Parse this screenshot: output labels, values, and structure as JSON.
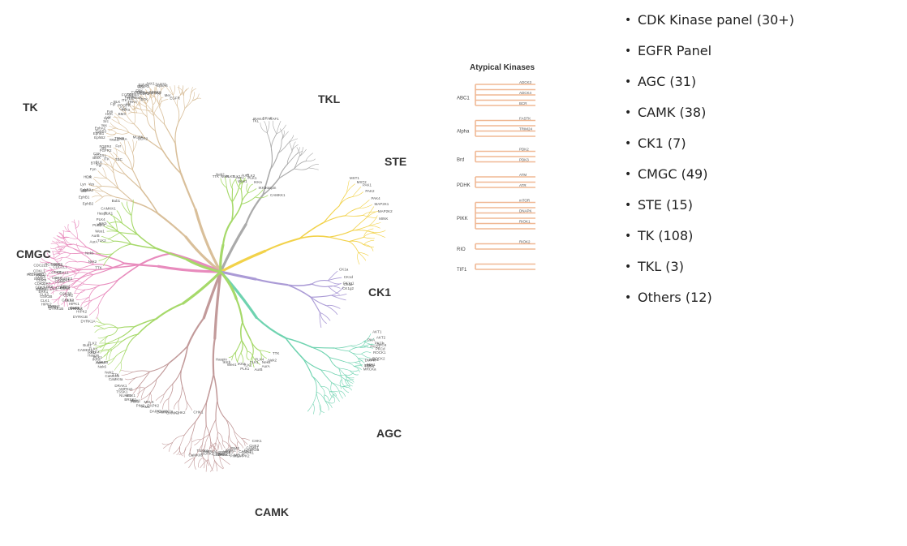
{
  "diagram": {
    "groups": [
      {
        "id": "TK",
        "label": "TK",
        "color": "#d9bf9a"
      },
      {
        "id": "TKL",
        "label": "TKL",
        "color": "#aaaaaa"
      },
      {
        "id": "STE",
        "label": "STE",
        "color": "#f2d24a"
      },
      {
        "id": "CK1",
        "label": "CK1",
        "color": "#ab9bd6"
      },
      {
        "id": "AGC",
        "label": "AGC",
        "color": "#6fd3b0"
      },
      {
        "id": "CAMK",
        "label": "CAMK",
        "color": "#c29a9a"
      },
      {
        "id": "CMGC",
        "label": "CMGC",
        "color": "#e88bbd"
      },
      {
        "id": "OTHER",
        "label": "",
        "color": "#a6d96a"
      }
    ],
    "atypical": {
      "title": "Atypical Kinases",
      "color": "#f0b894",
      "families": [
        "ABC1",
        "Alpha",
        "Brd",
        "PDHK",
        "PIKK",
        "RIO",
        "TIF1"
      ]
    },
    "leaf_labels": {
      "TK": [
        "EphB2",
        "EphB1",
        "EphA2",
        "EphB3",
        "Yes",
        "Src",
        "Lyn",
        "HCK",
        "Lck",
        "Fyn",
        "Fgr",
        "BLK",
        "ITK",
        "TEC",
        "BTK",
        "BMX",
        "CSK",
        "Abl",
        "Fer",
        "FGFR1",
        "FGFR2",
        "FGFR4",
        "TRKC",
        "TRKB",
        "TRKA",
        "MUSK",
        "DDR2",
        "Axl",
        "Tyro3",
        "Mer",
        "EGFR",
        "FLT3",
        "PDGFR",
        "JAK2",
        "TYK2",
        "Ack",
        "EphA7",
        "EphA4",
        "FRK",
        "EPHA5",
        "ZAP70",
        "JAK1"
      ],
      "TKL": [
        "TKL",
        "IRAK4",
        "RAF1",
        "BRAF"
      ],
      "STE": [
        "MST1",
        "MST2",
        "PAK1",
        "PAK2",
        "PAK4",
        "MAP2K1",
        "MAP2K2",
        "MINK"
      ],
      "CK1": [
        "CK1a",
        "CK1d",
        "CK1e",
        "CK1g1",
        "CK1g2"
      ],
      "AGC": [
        "AKT1",
        "AKT2",
        "PKCa",
        "PKCb",
        "PKCd",
        "PKA",
        "PKG1",
        "ROCK1",
        "ROCK2",
        "RSK1",
        "S6K1",
        "MRCKa",
        "DMPK",
        "PDK1",
        "SGK1"
      ],
      "CAMK": [
        "CHK1",
        "CHK2",
        "CAMK1",
        "CAMK2a",
        "CAMK4",
        "DAPK1",
        "DAPK2",
        "MELK",
        "PIM1",
        "PIM2",
        "PIM3",
        "MNK1",
        "MSK1",
        "AMPKa1",
        "BRSK1",
        "NUAK1",
        "TSSK1",
        "DRAK1",
        "CaMKIIa",
        "CaMKIIb"
      ],
      "CMGC": [
        "DYRK1A",
        "DYRK1B",
        "DYRK2",
        "HIPK1",
        "HIPK2",
        "CLK1",
        "CLK2",
        "GSK3A",
        "GSK3B",
        "ERK1",
        "ERK2",
        "CDK1",
        "CDK2",
        "CDK4",
        "CDK5",
        "CDK6",
        "CDK7",
        "CDK9",
        "PCTAIRE1",
        "PCTAIRE2",
        "CDKL1",
        "CDC2L1",
        "SRPK1"
      ],
      "OTHER": [
        "TTK",
        "Nek2",
        "Nek6",
        "AurA",
        "AurB",
        "PLK1",
        "PLK4",
        "TLK1",
        "TLK2",
        "Wee1",
        "IKKa",
        "IKKb",
        "Haspin",
        "CAMKK1",
        "Bub1"
      ],
      "ATYPICAL": [
        "ADCK3",
        "ADCK4",
        "BCR",
        "FASTK",
        "TRIM24",
        "PDK2",
        "PDK3",
        "ATM",
        "ATR",
        "mTOR",
        "DNAPK",
        "RIOK1",
        "RIOK2"
      ]
    }
  },
  "panels": [
    {
      "label": "CDK Kinase panel (30+)"
    },
    {
      "label": "EGFR Panel"
    },
    {
      "label": "AGC (31)"
    },
    {
      "label": "CAMK (38)"
    },
    {
      "label": "CK1 (7)"
    },
    {
      "label": "CMGC (49)"
    },
    {
      "label": "STE (15)"
    },
    {
      "label": "TK (108)"
    },
    {
      "label": "TKL (3)"
    },
    {
      "label": "Others (12)"
    }
  ]
}
